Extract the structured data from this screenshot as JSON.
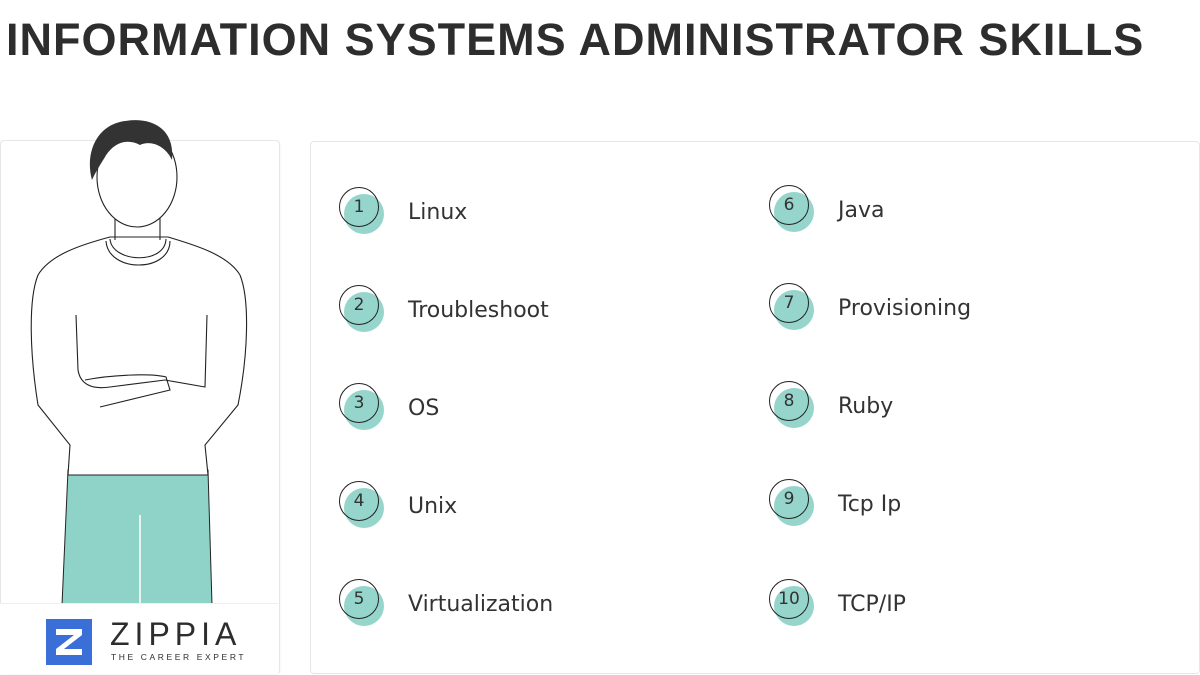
{
  "header": {
    "title": "INFORMATION SYSTEMS ADMINISTRATOR SKILLS"
  },
  "brand": {
    "name": "ZIPPIA",
    "tagline": "THE CAREER EXPERT",
    "colors": {
      "logo_blue": "#3b6fd8",
      "accent_teal": "#8fd3c8",
      "text": "#333333"
    }
  },
  "skills": [
    {
      "number": "1",
      "label": "Linux"
    },
    {
      "number": "2",
      "label": "Troubleshoot"
    },
    {
      "number": "3",
      "label": "OS"
    },
    {
      "number": "4",
      "label": "Unix"
    },
    {
      "number": "5",
      "label": "Virtualization"
    },
    {
      "number": "6",
      "label": "Java"
    },
    {
      "number": "7",
      "label": "Provisioning"
    },
    {
      "number": "8",
      "label": "Ruby"
    },
    {
      "number": "9",
      "label": "Tcp Ip"
    },
    {
      "number": "10",
      "label": "TCP/IP"
    }
  ]
}
